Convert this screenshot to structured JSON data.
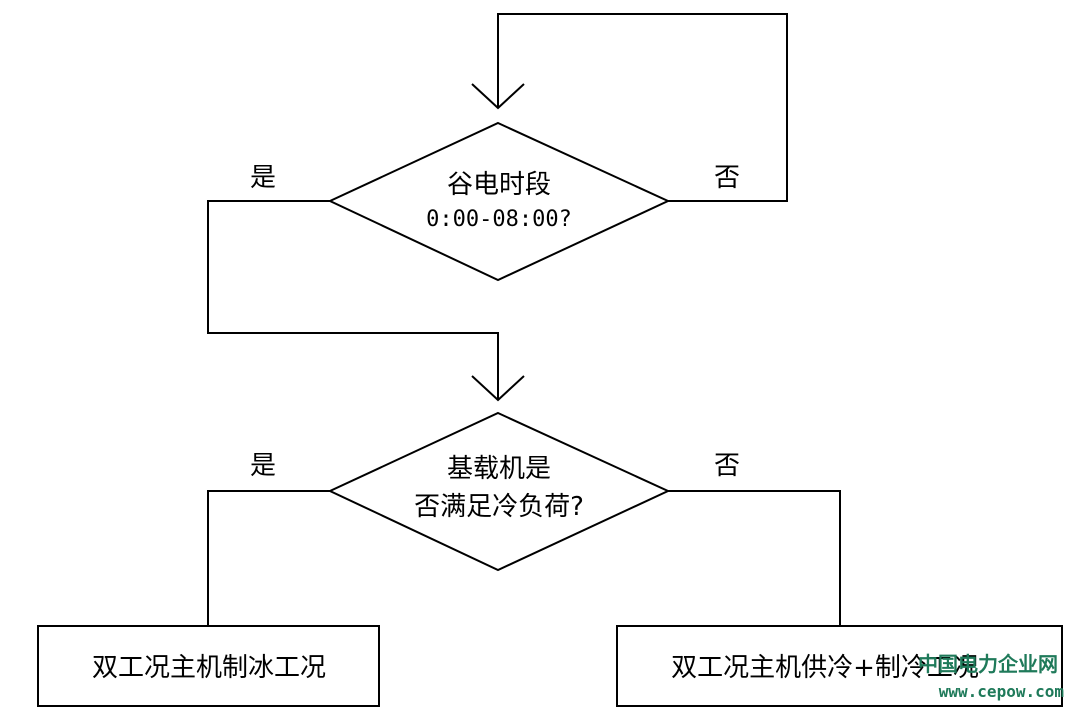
{
  "decision1": {
    "line1": "谷电时段",
    "line2": "0:00-08:00?",
    "yes_label": "是",
    "no_label": "否"
  },
  "decision2": {
    "line1": "基载机是",
    "line2": "否满足冷负荷?",
    "yes_label": "是",
    "no_label": "否"
  },
  "box_left": {
    "label": "双工况主机制冰工况"
  },
  "box_right": {
    "label": "双工况主机供冷+制冷工况"
  },
  "watermark": {
    "line1": "中国电力企业网",
    "line2": "www.cepow.com",
    "color": "#1f7a5a"
  }
}
